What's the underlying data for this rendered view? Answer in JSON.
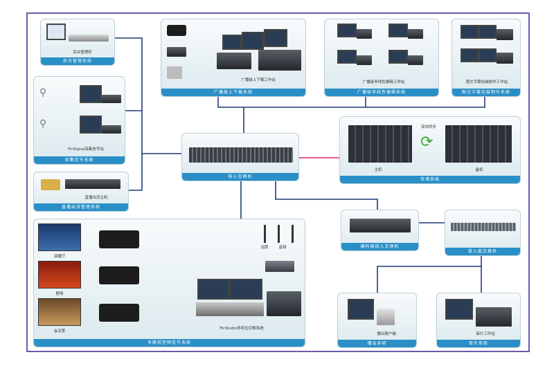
{
  "boxes": {
    "admin_station": {
      "device_label": "后台管理机",
      "caption": "后台管理系统"
    },
    "capture": {
      "device_label": "FicSignal采集信号站",
      "caption": "采集信号系统"
    },
    "streaming": {
      "device_label": "直播出流主机",
      "caption": "直播出流管理系统"
    },
    "broadcast_station": {
      "device_label": "广播级上下载工作站",
      "caption": "广播级上下载系统"
    },
    "editing_stations": {
      "device_label": "广播级非线性编辑工作站",
      "caption": "广播级非线性编辑系统"
    },
    "packaging_stations": {
      "device_label": "图文字幕包装制作工作站",
      "caption": "图文字幕包装制作系统"
    },
    "core_switch": {
      "caption": "核心交换机"
    },
    "storage": {
      "label_left": "主机",
      "label_right": "备机",
      "sync_label": "双向同步",
      "caption": "存储系统"
    },
    "live_system": {
      "room_labels": [
        "演播厅",
        "剧场",
        "会议室"
      ],
      "mic_labels": [
        "话筒",
        "音频"
      ],
      "switcher_label": "FicStudio多机位切换系统",
      "caption": "多路视音频信号系统"
    },
    "encoder": {
      "caption": "编码器接入交换机"
    },
    "access_switch": {
      "caption": "接入层交换机"
    },
    "playout_client": {
      "device_label": "播出客户端",
      "caption": "播出系统"
    },
    "review_client": {
      "device_label": "审片工作站",
      "caption": "审片系统"
    }
  },
  "colors": {
    "caption_bar": "#2a8fc6",
    "network_line": "#1f3a78",
    "signal_line": "#e0206e",
    "frame_border": "#6d5aa8"
  }
}
